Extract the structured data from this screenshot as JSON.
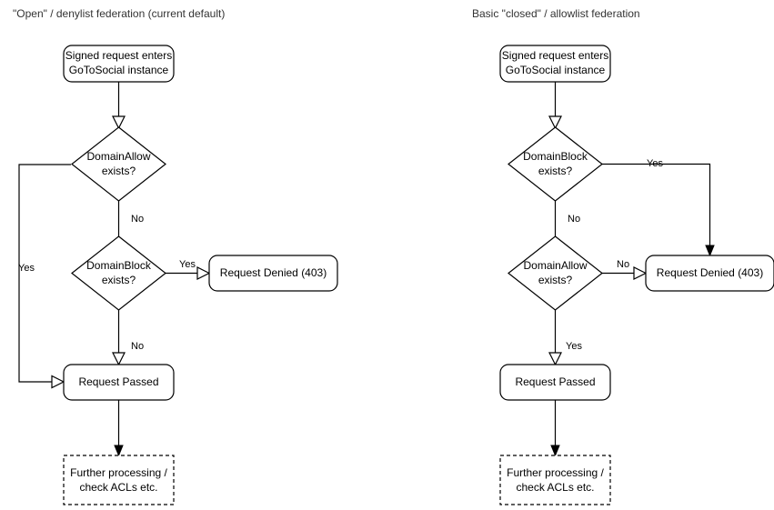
{
  "diagram": {
    "type": "flowchart",
    "background": "#ffffff",
    "stroke_color": "#000000",
    "title_color": "#333333",
    "panels": [
      {
        "id": "left",
        "title": "\"Open\" / denylist federation (current default)",
        "nodes": [
          {
            "id": "l-entry",
            "shape": "rounded-rect",
            "line1": "Signed request enters",
            "line2": "GoToSocial instance"
          },
          {
            "id": "l-allow",
            "shape": "diamond",
            "line1": "DomainAllow",
            "line2": "exists?"
          },
          {
            "id": "l-block",
            "shape": "diamond",
            "line1": "DomainBlock",
            "line2": "exists?"
          },
          {
            "id": "l-denied",
            "shape": "rounded-rect",
            "line1": "Request Denied (403)",
            "line2": ""
          },
          {
            "id": "l-passed",
            "shape": "rounded-rect",
            "line1": "Request Passed",
            "line2": ""
          },
          {
            "id": "l-further",
            "shape": "dashed-rect",
            "line1": "Further processing /",
            "line2": "check ACLs etc."
          }
        ],
        "edges": [
          {
            "from": "l-entry",
            "to": "l-allow",
            "label": "",
            "arrow": "open"
          },
          {
            "from": "l-allow",
            "to": "l-passed",
            "label": "Yes",
            "arrow": "open"
          },
          {
            "from": "l-allow",
            "to": "l-block",
            "label": "No",
            "arrow": "open"
          },
          {
            "from": "l-block",
            "to": "l-denied",
            "label": "Yes",
            "arrow": "open"
          },
          {
            "from": "l-block",
            "to": "l-passed",
            "label": "No",
            "arrow": "open"
          },
          {
            "from": "l-passed",
            "to": "l-further",
            "label": "",
            "arrow": "filled"
          }
        ]
      },
      {
        "id": "right",
        "title": "Basic \"closed\" / allowlist federation",
        "nodes": [
          {
            "id": "r-entry",
            "shape": "rounded-rect",
            "line1": "Signed request enters",
            "line2": "GoToSocial instance"
          },
          {
            "id": "r-block",
            "shape": "diamond",
            "line1": "DomainBlock",
            "line2": "exists?"
          },
          {
            "id": "r-allow",
            "shape": "diamond",
            "line1": "DomainAllow",
            "line2": "exists?"
          },
          {
            "id": "r-denied",
            "shape": "rounded-rect",
            "line1": "Request Denied (403)",
            "line2": ""
          },
          {
            "id": "r-passed",
            "shape": "rounded-rect",
            "line1": "Request Passed",
            "line2": ""
          },
          {
            "id": "r-further",
            "shape": "dashed-rect",
            "line1": "Further processing /",
            "line2": "check ACLs etc."
          }
        ],
        "edges": [
          {
            "from": "r-entry",
            "to": "r-block",
            "label": "",
            "arrow": "open"
          },
          {
            "from": "r-block",
            "to": "r-denied",
            "label": "Yes",
            "arrow": "filled"
          },
          {
            "from": "r-block",
            "to": "r-allow",
            "label": "No",
            "arrow": "open"
          },
          {
            "from": "r-allow",
            "to": "r-denied",
            "label": "No",
            "arrow": "open"
          },
          {
            "from": "r-allow",
            "to": "r-passed",
            "label": "Yes",
            "arrow": "open"
          },
          {
            "from": "r-passed",
            "to": "r-further",
            "label": "",
            "arrow": "filled"
          }
        ]
      }
    ]
  }
}
